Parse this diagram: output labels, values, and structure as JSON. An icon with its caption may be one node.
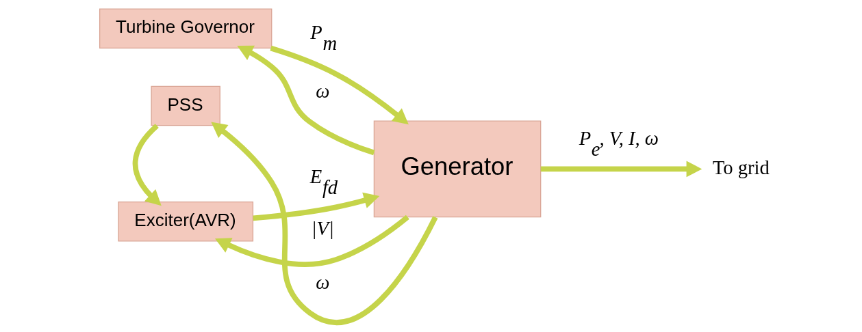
{
  "diagram": {
    "nodes": [
      {
        "text": [
          "Turbine Governor"
        ]
      },
      {
        "text": [
          "Generator"
        ]
      },
      {
        "text": [
          "Exciter(AVR)"
        ]
      },
      {
        "text": [
          "PSS"
        ]
      },
      {
        "text": [
          "To grid"
        ]
      }
    ],
    "edges": [
      {
        "from": 0,
        "to": 1,
        "arrow": "to",
        "label": "P$_{m}$"
      },
      {
        "from": 2,
        "to": 1,
        "arrow": "to",
        "label": "E$_{fd}$"
      },
      {
        "from": 1,
        "to": 4,
        "arrow": "to",
        "label": "P$_{e}$, V, I, ω"
      },
      {
        "from": 1,
        "to": 0,
        "arrow": "to",
        "label": "ω"
      },
      {
        "from": 1,
        "to": 2,
        "arrow": "to",
        "label": "|V|"
      },
      {
        "from": 1,
        "to": 3,
        "arrow": "to",
        "label": "ω"
      },
      {
        "from": 3,
        "to": 2,
        "arrow": "to"
      }
    ]
  }
}
